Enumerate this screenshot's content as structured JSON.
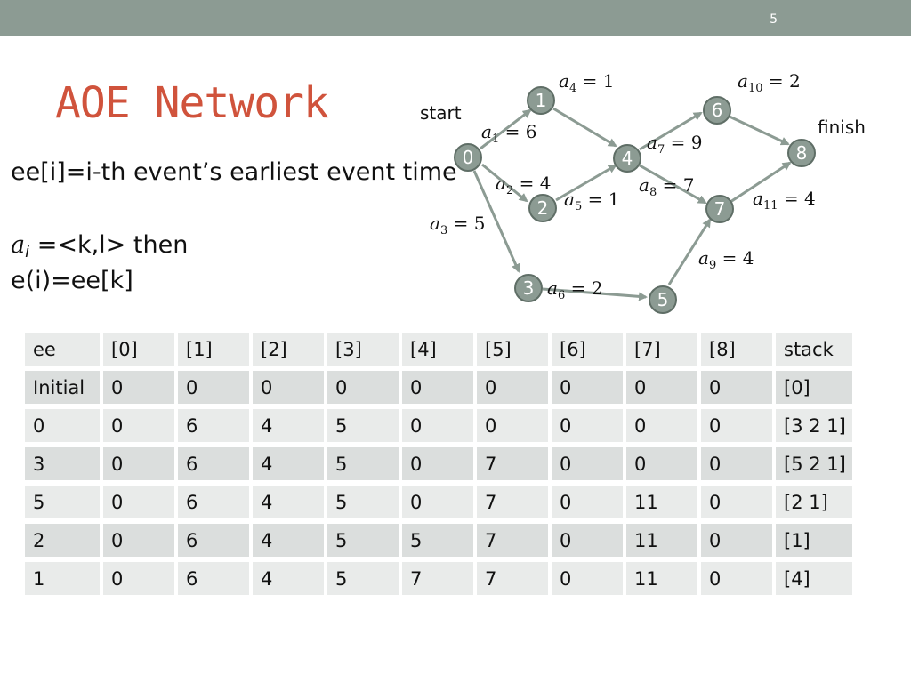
{
  "slide_number": "5",
  "title": "AOE Network",
  "text": {
    "line1": "ee[i]=i-th event’s earliest event time",
    "line2_var": "a",
    "line2_sub": "i",
    "line2_rest": " =<k,l> then",
    "line3": "e(i)=ee[k]"
  },
  "graph": {
    "start_label": "start",
    "finish_label": "finish",
    "nodes": [
      "0",
      "1",
      "2",
      "3",
      "4",
      "5",
      "6",
      "7",
      "8"
    ],
    "edges": [
      {
        "var": "a",
        "sub": "1",
        "value": " = 6"
      },
      {
        "var": "a",
        "sub": "2",
        "value": " = 4"
      },
      {
        "var": "a",
        "sub": "3",
        "value": " = 5"
      },
      {
        "var": "a",
        "sub": "4",
        "value": " = 1"
      },
      {
        "var": "a",
        "sub": "5",
        "value": " = 1"
      },
      {
        "var": "a",
        "sub": "6",
        "value": " = 2"
      },
      {
        "var": "a",
        "sub": "7",
        "value": " = 9"
      },
      {
        "var": "a",
        "sub": "8",
        "value": " = 7"
      },
      {
        "var": "a",
        "sub": "9",
        "value": " = 4"
      },
      {
        "var": "a",
        "sub": "10",
        "value": " = 2"
      },
      {
        "var": "a",
        "sub": "11",
        "value": " = 4"
      }
    ]
  },
  "table": {
    "header": [
      "ee",
      "[0]",
      "[1]",
      "[2]",
      "[3]",
      "[4]",
      "[5]",
      "[6]",
      "[7]",
      "[8]",
      "stack"
    ],
    "rows": [
      [
        "Initial",
        "0",
        "0",
        "0",
        "0",
        "0",
        "0",
        "0",
        "0",
        "0",
        "[0]"
      ],
      [
        "0",
        "0",
        "6",
        "4",
        "5",
        "0",
        "0",
        "0",
        "0",
        "0",
        "[3 2 1]"
      ],
      [
        "3",
        "0",
        "6",
        "4",
        "5",
        "0",
        "7",
        "0",
        "0",
        "0",
        "[5 2 1]"
      ],
      [
        "5",
        "0",
        "6",
        "4",
        "5",
        "0",
        "7",
        "0",
        "11",
        "0",
        "[2 1]"
      ],
      [
        "2",
        "0",
        "6",
        "4",
        "5",
        "5",
        "7",
        "0",
        "11",
        "0",
        "[1]"
      ],
      [
        "1",
        "0",
        "6",
        "4",
        "5",
        "7",
        "7",
        "0",
        "11",
        "0",
        "[4]"
      ]
    ]
  }
}
